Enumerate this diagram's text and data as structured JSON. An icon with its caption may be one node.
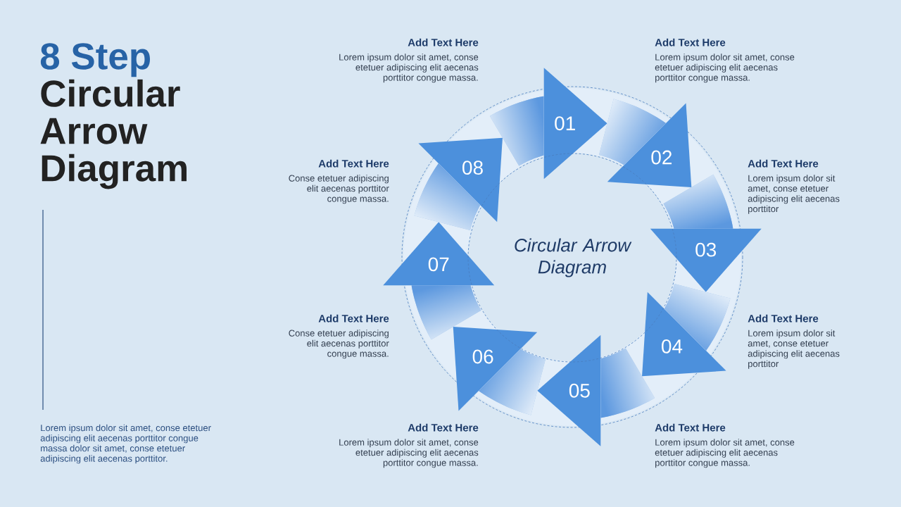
{
  "diagram": {
    "title": "8 Step Circular Arrow Diagram",
    "nodes": [
      {
        "text": [
          "01"
        ],
        "beside": [
          "Add Text Here",
          "Lorem ipsum dolor sit amet, conse etetuer adipiscing elit aecenas porttitor congue massa."
        ]
      },
      {
        "text": [
          "02"
        ],
        "beside": [
          "Add Text Here",
          "Lorem ipsum dolor sit amet, conse etetuer adipiscing elit aecenas porttitor congue massa."
        ]
      },
      {
        "text": [
          "03"
        ],
        "beside": [
          "Add Text Here",
          "Lorem ipsum dolor sit amet, conse etetuer adipiscing elit aecenas porttitor"
        ]
      },
      {
        "text": [
          "04"
        ],
        "beside": [
          "Add Text Here",
          "Lorem ipsum dolor sit amet, conse etetuer adipiscing elit aecenas porttitor"
        ]
      },
      {
        "text": [
          "05"
        ],
        "beside": [
          "Add Text Here",
          "Lorem ipsum dolor sit amet, conse etetuer adipiscing elit aecenas porttitor congue massa."
        ]
      },
      {
        "text": [
          "06"
        ],
        "beside": [
          "Add Text Here",
          "Lorem ipsum dolor sit amet, conse etetuer adipiscing elit aecenas porttitor congue massa."
        ]
      },
      {
        "text": [
          "07"
        ],
        "beside": [
          "Add Text Here",
          "Conse etetuer adipiscing elit aecenas porttitor congue massa."
        ]
      },
      {
        "text": [
          "08"
        ],
        "beside": [
          "Add Text Here",
          "Conse etetuer adipiscing elit aecenas porttitor congue massa."
        ]
      },
      {
        "text": [
          "Circular Arrow Diagram"
        ]
      }
    ],
    "edges": [
      {
        "from": 7,
        "to": 0,
        "arrow": "none"
      },
      {
        "from": 0,
        "to": 1,
        "arrow": "none"
      },
      {
        "from": 1,
        "to": 2,
        "arrow": "none"
      },
      {
        "from": 2,
        "to": 3,
        "arrow": "none"
      },
      {
        "from": 3,
        "to": 4,
        "arrow": "none"
      },
      {
        "from": 4,
        "to": 5,
        "arrow": "none"
      },
      {
        "from": 5,
        "to": 6,
        "arrow": "none"
      },
      {
        "from": 6,
        "to": 7,
        "arrow": "none"
      }
    ],
    "labels": [
      "Lorem ipsum dolor sit amet, conse etetuer adipiscing elit aecenas porttitor congue massa dolor sit amet, conse etetuer adipiscing elit aecenas porttitor."
    ]
  }
}
